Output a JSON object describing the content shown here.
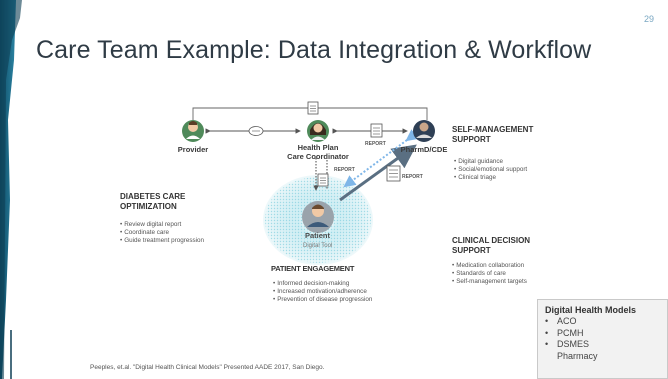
{
  "slide": {
    "page_number": "29",
    "title": "Care Team Example:  Data Integration & Workflow",
    "citation": "Peeples, et.al. \"Digital Health Clinical Models\" Presented AADE 2017, San Diego."
  },
  "nodes": {
    "provider": "Provider",
    "care_coordinator_line1": "Health Plan",
    "care_coordinator_line2": "Care Coordinator",
    "pharmd": "PharmD/CDE",
    "patient": "Patient",
    "digital_tool": "Digital Tool"
  },
  "connector_labels": {
    "report_1": "REPORT",
    "report_2": "REPORT",
    "report_3": "REPORT"
  },
  "sections": {
    "self_management": {
      "heading_line1": "SELF-MANAGEMENT",
      "heading_line2": "SUPPORT",
      "items": [
        "Digital guidance",
        "Social/emotional support",
        "Clinical triage"
      ]
    },
    "diabetes_care": {
      "heading_line1": "DIABETES CARE",
      "heading_line2": "OPTIMIZATION",
      "items": [
        "Review digital report",
        "Coordinate care",
        "Guide treatment progression"
      ]
    },
    "clinical_decision": {
      "heading_line1": "CLINICAL DECISION",
      "heading_line2": "SUPPORT",
      "items": [
        "Medication collaboration",
        "Standards of care",
        "Self-management targets"
      ]
    },
    "patient_engagement": {
      "heading": "PATIENT ENGAGEMENT",
      "items": [
        "Informed decision-making",
        "Increased motivation/adherence",
        "Prevention of disease progression"
      ]
    }
  },
  "digital_health_models": {
    "title": "Digital Health Models",
    "items": [
      "ACO",
      "PCMH",
      "DSMES"
    ],
    "continuation": "Pharmacy"
  },
  "colors": {
    "accent_bar": "#1f6f8b",
    "title_text": "#2f3b45",
    "glow": "#8fd3e0",
    "arrow_dark": "#5a6f82",
    "arrow_dotted": "#7fb6e8"
  }
}
